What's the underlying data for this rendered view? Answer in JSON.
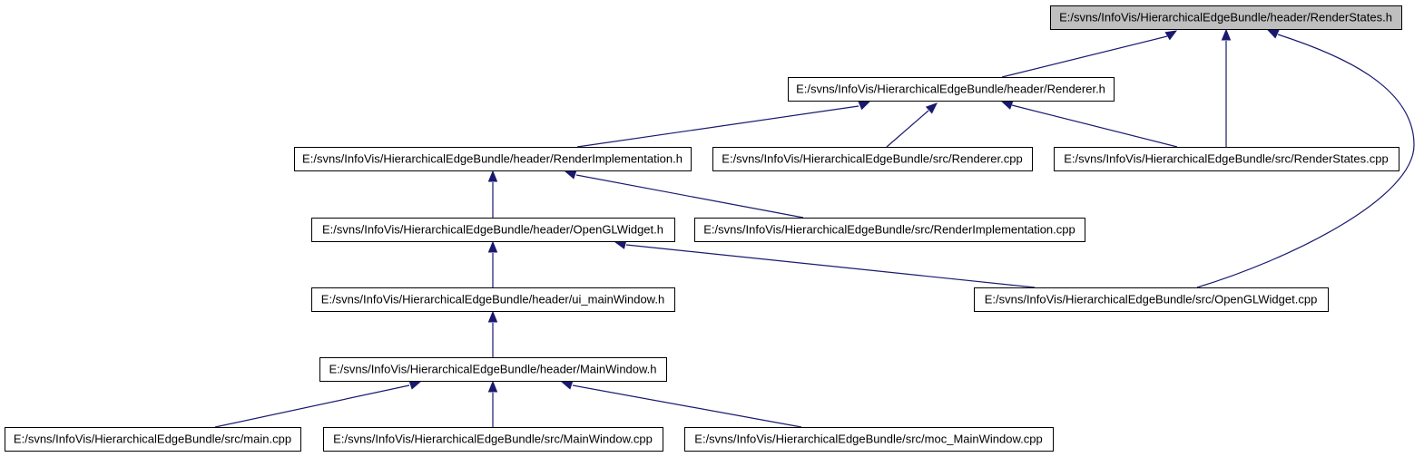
{
  "graph": {
    "nodes": [
      {
        "id": "n0",
        "label": "E:/svns/InfoVis/HierarchicalEdgeBundle/header/RenderStates.h",
        "root": true
      },
      {
        "id": "n1",
        "label": "E:/svns/InfoVis/HierarchicalEdgeBundle/header/Renderer.h"
      },
      {
        "id": "n2",
        "label": "E:/svns/InfoVis/HierarchicalEdgeBundle/header/RenderImplementation.h"
      },
      {
        "id": "n3",
        "label": "E:/svns/InfoVis/HierarchicalEdgeBundle/src/Renderer.cpp"
      },
      {
        "id": "n4",
        "label": "E:/svns/InfoVis/HierarchicalEdgeBundle/src/RenderStates.cpp"
      },
      {
        "id": "n5",
        "label": "E:/svns/InfoVis/HierarchicalEdgeBundle/header/OpenGLWidget.h"
      },
      {
        "id": "n6",
        "label": "E:/svns/InfoVis/HierarchicalEdgeBundle/src/RenderImplementation.cpp"
      },
      {
        "id": "n7",
        "label": "E:/svns/InfoVis/HierarchicalEdgeBundle/header/ui_mainWindow.h"
      },
      {
        "id": "n8",
        "label": "E:/svns/InfoVis/HierarchicalEdgeBundle/src/OpenGLWidget.cpp"
      },
      {
        "id": "n9",
        "label": "E:/svns/InfoVis/HierarchicalEdgeBundle/header/MainWindow.h"
      },
      {
        "id": "n10",
        "label": "E:/svns/InfoVis/HierarchicalEdgeBundle/src/main.cpp"
      },
      {
        "id": "n11",
        "label": "E:/svns/InfoVis/HierarchicalEdgeBundle/src/MainWindow.cpp"
      },
      {
        "id": "n12",
        "label": "E:/svns/InfoVis/HierarchicalEdgeBundle/src/moc_MainWindow.cpp"
      }
    ],
    "edges": [
      {
        "from": "n1",
        "to": "n0"
      },
      {
        "from": "n4",
        "to": "n0"
      },
      {
        "from": "n8",
        "to": "n0"
      },
      {
        "from": "n2",
        "to": "n1"
      },
      {
        "from": "n3",
        "to": "n1"
      },
      {
        "from": "n4",
        "to": "n1"
      },
      {
        "from": "n5",
        "to": "n2"
      },
      {
        "from": "n6",
        "to": "n2"
      },
      {
        "from": "n7",
        "to": "n5"
      },
      {
        "from": "n8",
        "to": "n5"
      },
      {
        "from": "n9",
        "to": "n7"
      },
      {
        "from": "n10",
        "to": "n9"
      },
      {
        "from": "n11",
        "to": "n9"
      },
      {
        "from": "n12",
        "to": "n9"
      }
    ],
    "colors": {
      "edge": "#191970",
      "root_fill": "#bfbfbf",
      "node_fill": "#ffffff",
      "border": "#000000"
    }
  }
}
